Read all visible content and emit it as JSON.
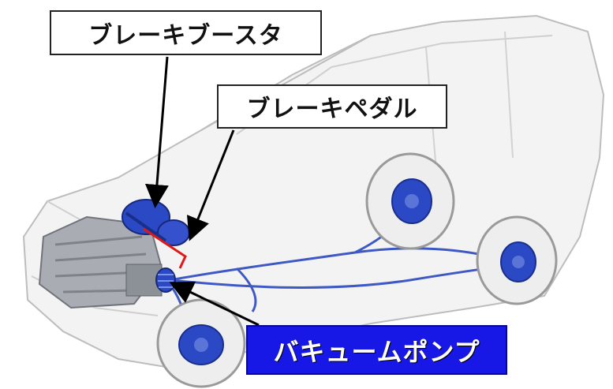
{
  "labels": {
    "brake_booster": "ブレーキブースタ",
    "brake_pedal": "ブレーキペダル",
    "vacuum_pump": "バキュームポンプ"
  },
  "colors": {
    "component_blue": "#2b49c4",
    "pump_label_bg": "#1717e6",
    "pedal_line": "#e01818",
    "car_outline": "#bdbdbd"
  }
}
